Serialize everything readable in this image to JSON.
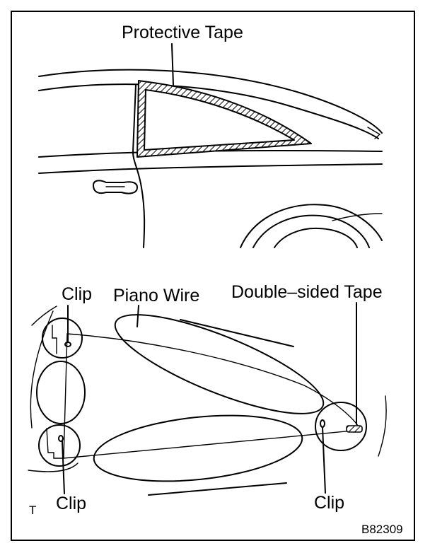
{
  "labels": {
    "protective_tape": "Protective Tape",
    "clip_top_left": "Clip",
    "piano_wire": "Piano Wire",
    "double_sided_tape": "Double–sided Tape",
    "clip_bottom_left": "Clip",
    "clip_right": "Clip",
    "corner_mark": "T",
    "figure_code": "B82309"
  },
  "colors": {
    "ink": "#000000",
    "paper": "#ffffff"
  }
}
